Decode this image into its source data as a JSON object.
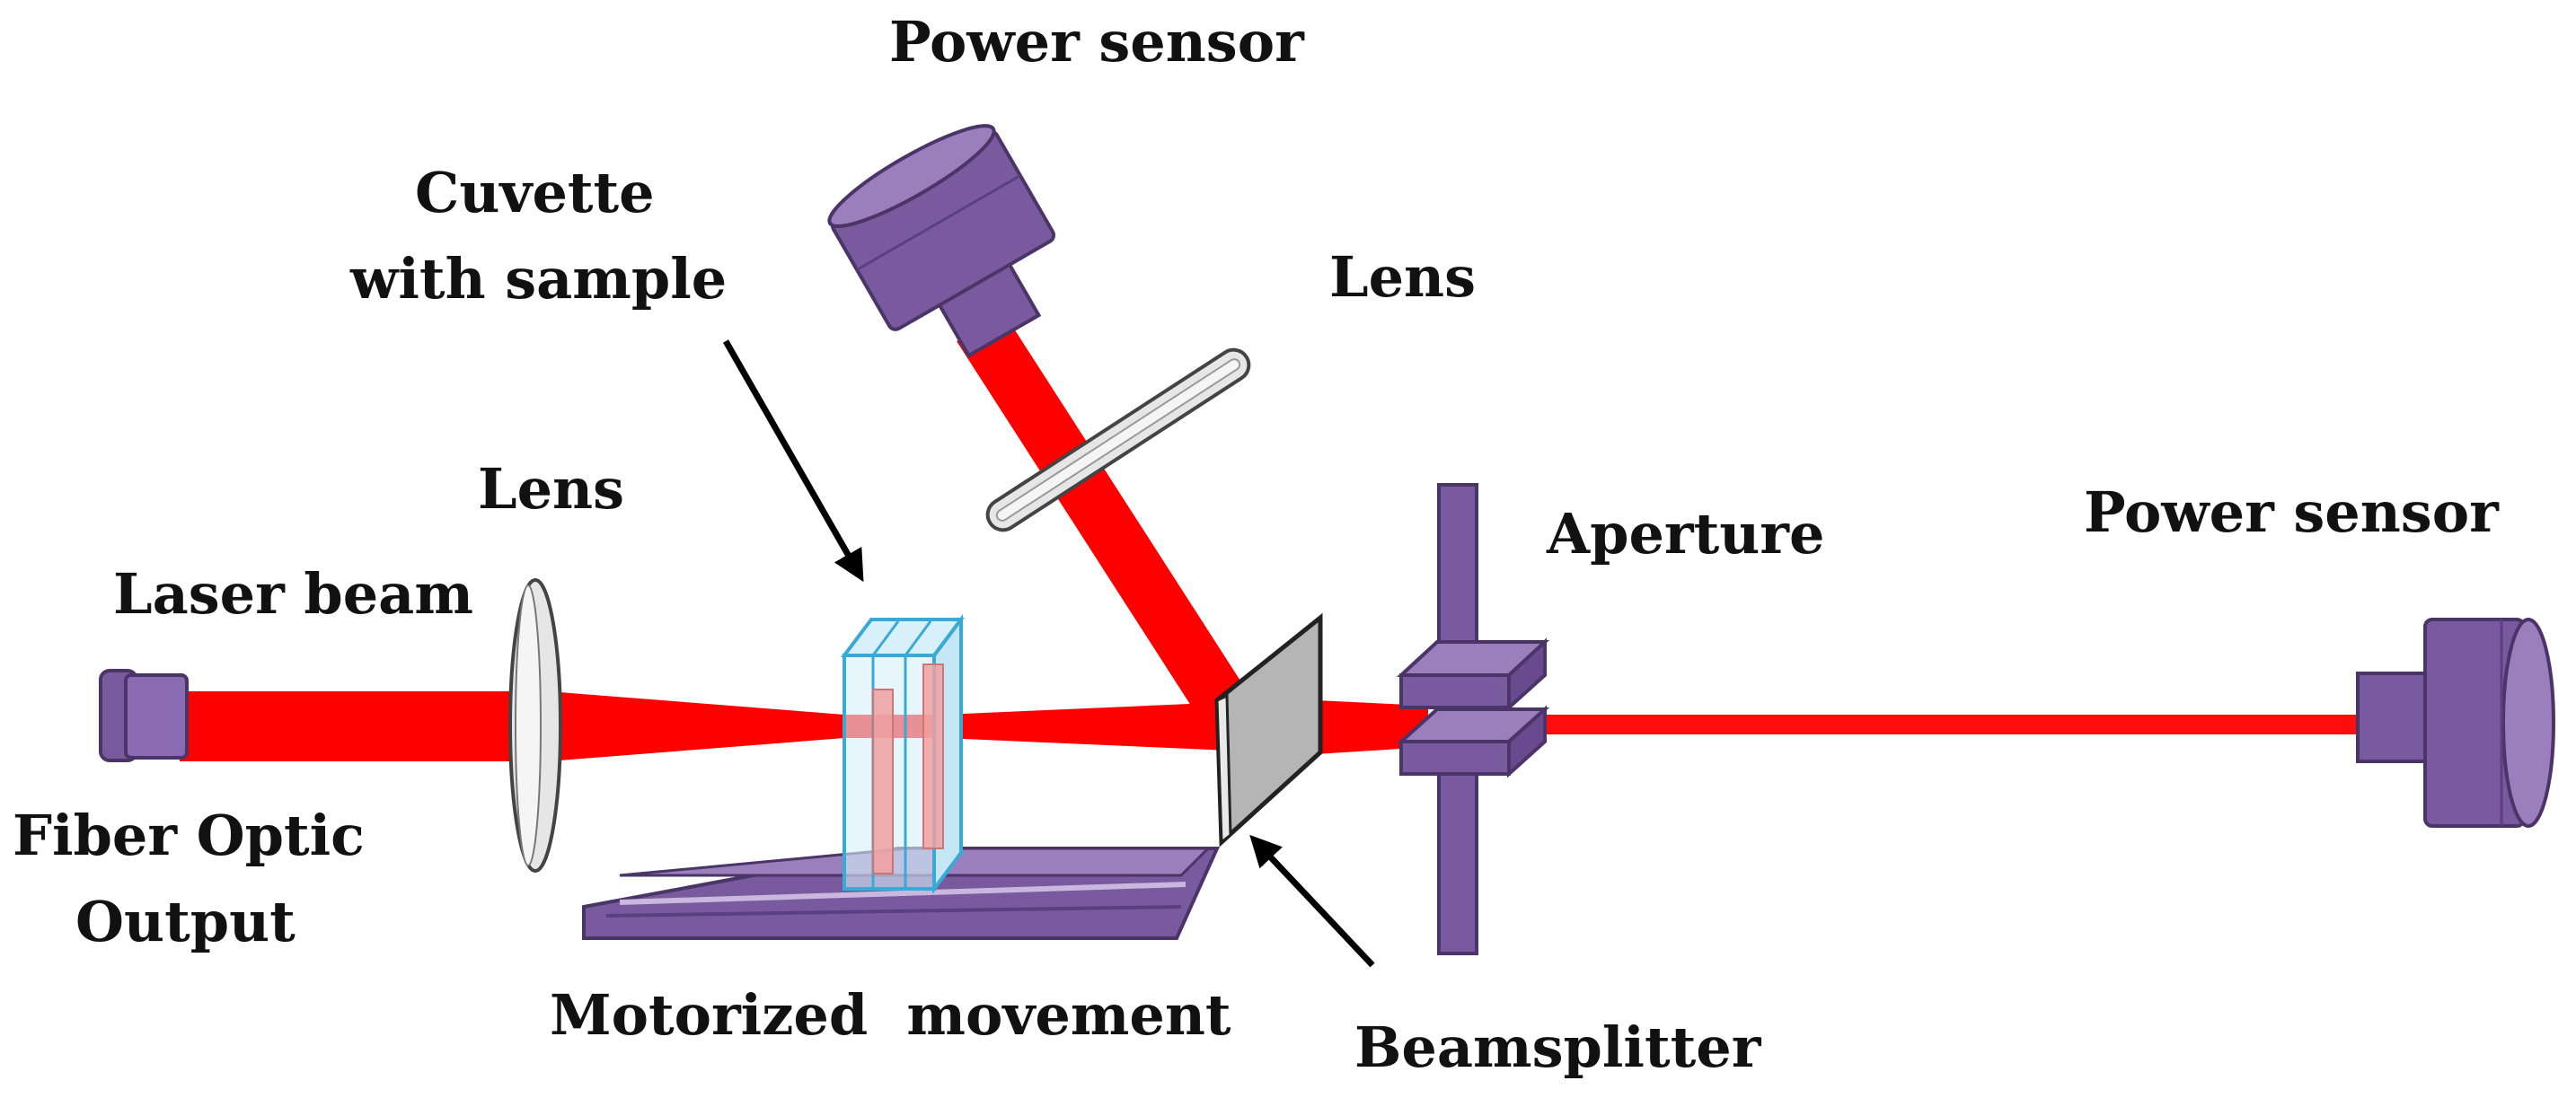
{
  "labels": {
    "power_sensor_top": "Power sensor",
    "cuvette_line1": "Cuvette",
    "cuvette_line2": "with sample",
    "lens_top": "Lens",
    "lens_left": "Lens",
    "laser_beam": "Laser beam",
    "aperture": "Aperture",
    "power_sensor_right": "Power sensor",
    "fiber_line1": "Fiber Optic",
    "fiber_line2": "Output",
    "motorized": "Motorized  movement",
    "beamsplitter": "Beamsplitter"
  },
  "colors": {
    "beam": "#ff0000",
    "device_purple": "#7a5a9e",
    "device_purple_light": "#9b7fbd",
    "device_outline": "#4b3568",
    "lens_fill": "#e6e6e6",
    "lens_outline": "#444444",
    "cuvette_outline": "#39a9d6",
    "cuvette_fill": "#d7f0fa",
    "sample_fill": "#f0a0a0",
    "beamsplitter_fill": "#b5b5b5",
    "arrow": "#000000"
  }
}
